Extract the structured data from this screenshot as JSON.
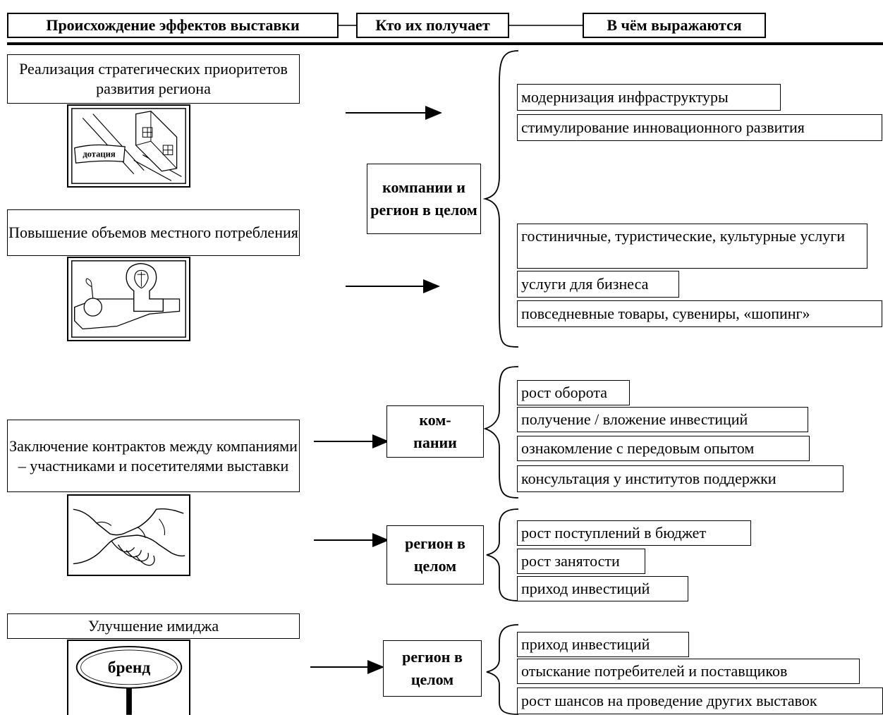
{
  "headers": {
    "origin": "Происхождение эффектов выставки",
    "who": "Кто их получает",
    "what": "В чём выражаются"
  },
  "sources": [
    "Реализация стратегических приоритетов развития региона",
    "Повышение объемов местного потребления",
    "Заключение контрактов между компаниями – участниками и посетителями выставки",
    "Улучшение имиджа"
  ],
  "image_labels": {
    "subsidy": "дотация",
    "brand": "бренд"
  },
  "recipients": {
    "companies_region": "компании и регион в целом",
    "companies": "ком- пании",
    "region_1": "регион в целом",
    "region_2": "регион в целом"
  },
  "effects": {
    "group1": [
      "модернизация инфраструктуры",
      "стимулирование инновационного развития"
    ],
    "group2": [
      "гостиничные, туристические, культурные услуги",
      "услуги для бизнеса",
      "повседневные товары, сувениры, «шопинг»"
    ],
    "group3": [
      "рост оборота",
      "получение / вложение инвестиций",
      "ознакомление с передовым опытом",
      "консультация у институтов поддержки"
    ],
    "group4": [
      "рост поступлений в бюджет",
      "рост занятости",
      "приход инвестиций"
    ],
    "group5": [
      "приход инвестиций",
      "отыскание потребителей и поставщиков",
      "рост шансов на проведение других выставок"
    ]
  }
}
